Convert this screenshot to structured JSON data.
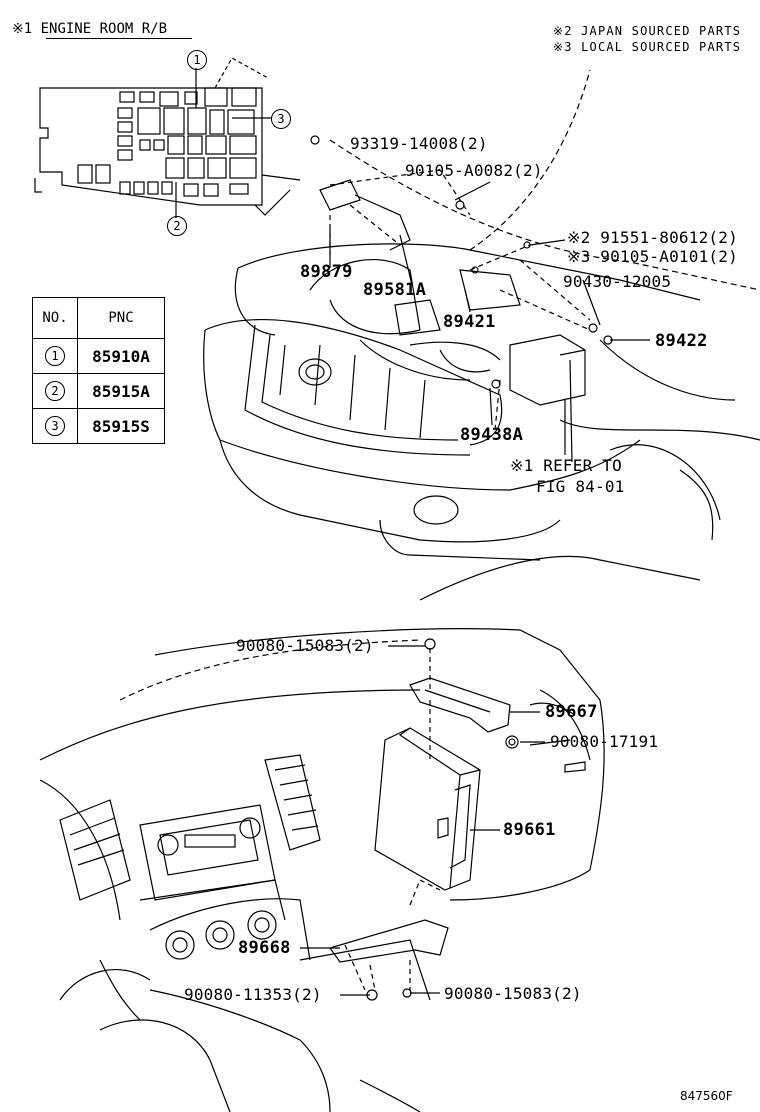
{
  "header": {
    "engine_room": "※1 ENGINE ROOM R/B",
    "note_japan": "※2 JAPAN SOURCED PARTS",
    "note_local": "※3 LOCAL SOURCED PARTS"
  },
  "relay_box": {
    "callouts": [
      "1",
      "2",
      "3"
    ]
  },
  "pnc_table": {
    "headers": [
      "NO.",
      "PNC"
    ],
    "rows": [
      {
        "no": "1",
        "pnc": "85910A"
      },
      {
        "no": "2",
        "pnc": "85915A"
      },
      {
        "no": "3",
        "pnc": "85915S"
      }
    ]
  },
  "engine_labels": {
    "p93319": "93319-14008(2)",
    "p90105a": "90105-A0082(2)",
    "p91551": "※2 91551-80612(2)",
    "p90105b": "※3 90105-A0101(2)",
    "p89879": "89879",
    "p89581": "89581A",
    "p90430": "90430-12005",
    "p89421": "89421",
    "p89422": "89422",
    "p89438": "89438A",
    "refer1": "※1 REFER TO",
    "refer2": "FIG 84-01"
  },
  "dash_labels": {
    "p90080a": "90080-15083(2)",
    "p89667": "89667",
    "p90080b": "90080-17191",
    "p89661": "89661",
    "p89668": "89668",
    "p90080c": "90080-11353(2)",
    "p90080d": "90080-15083(2)"
  },
  "footer": {
    "code": "847560F"
  },
  "icons": [
    "callout-circle",
    "bolt-icon",
    "nut-icon",
    "relay-box",
    "ecu-module",
    "bracket"
  ]
}
